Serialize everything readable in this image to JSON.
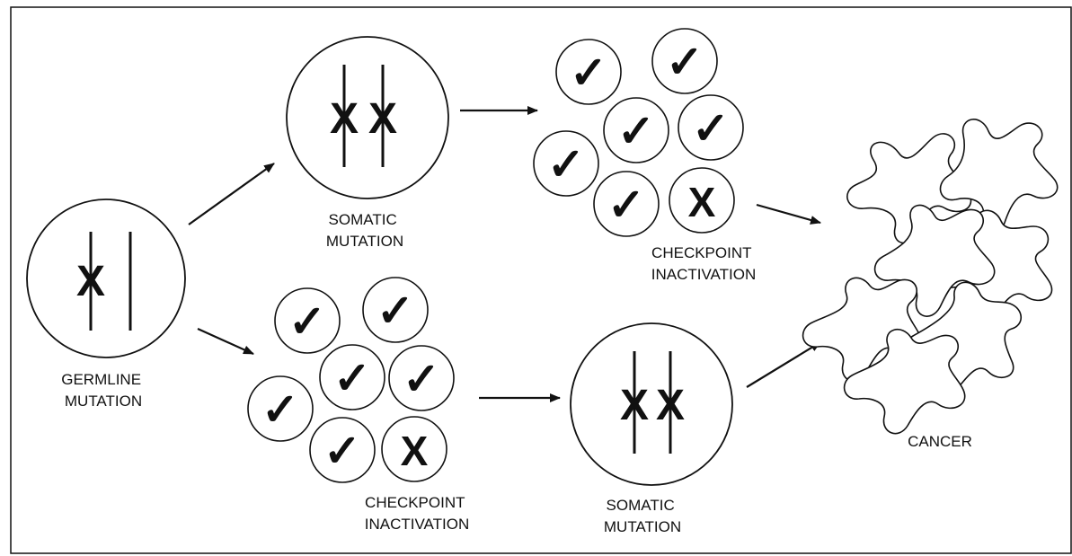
{
  "labels": {
    "germline": [
      "GERMLINE",
      "MUTATION"
    ],
    "somatic_top": [
      "SOMATIC",
      "MUTATION"
    ],
    "checkpoint_top": [
      "CHECKPOINT",
      "INACTIVATION"
    ],
    "checkpoint_bottom": [
      "CHECKPOINT",
      "INACTIVATION"
    ],
    "somatic_bottom": [
      "SOMATIC",
      "MUTATION"
    ],
    "cancer": "CANCER"
  },
  "cell_marks": {
    "check": "✓",
    "mutation": "X"
  },
  "colors": {
    "ink": "#111111",
    "background": "#ffffff"
  }
}
